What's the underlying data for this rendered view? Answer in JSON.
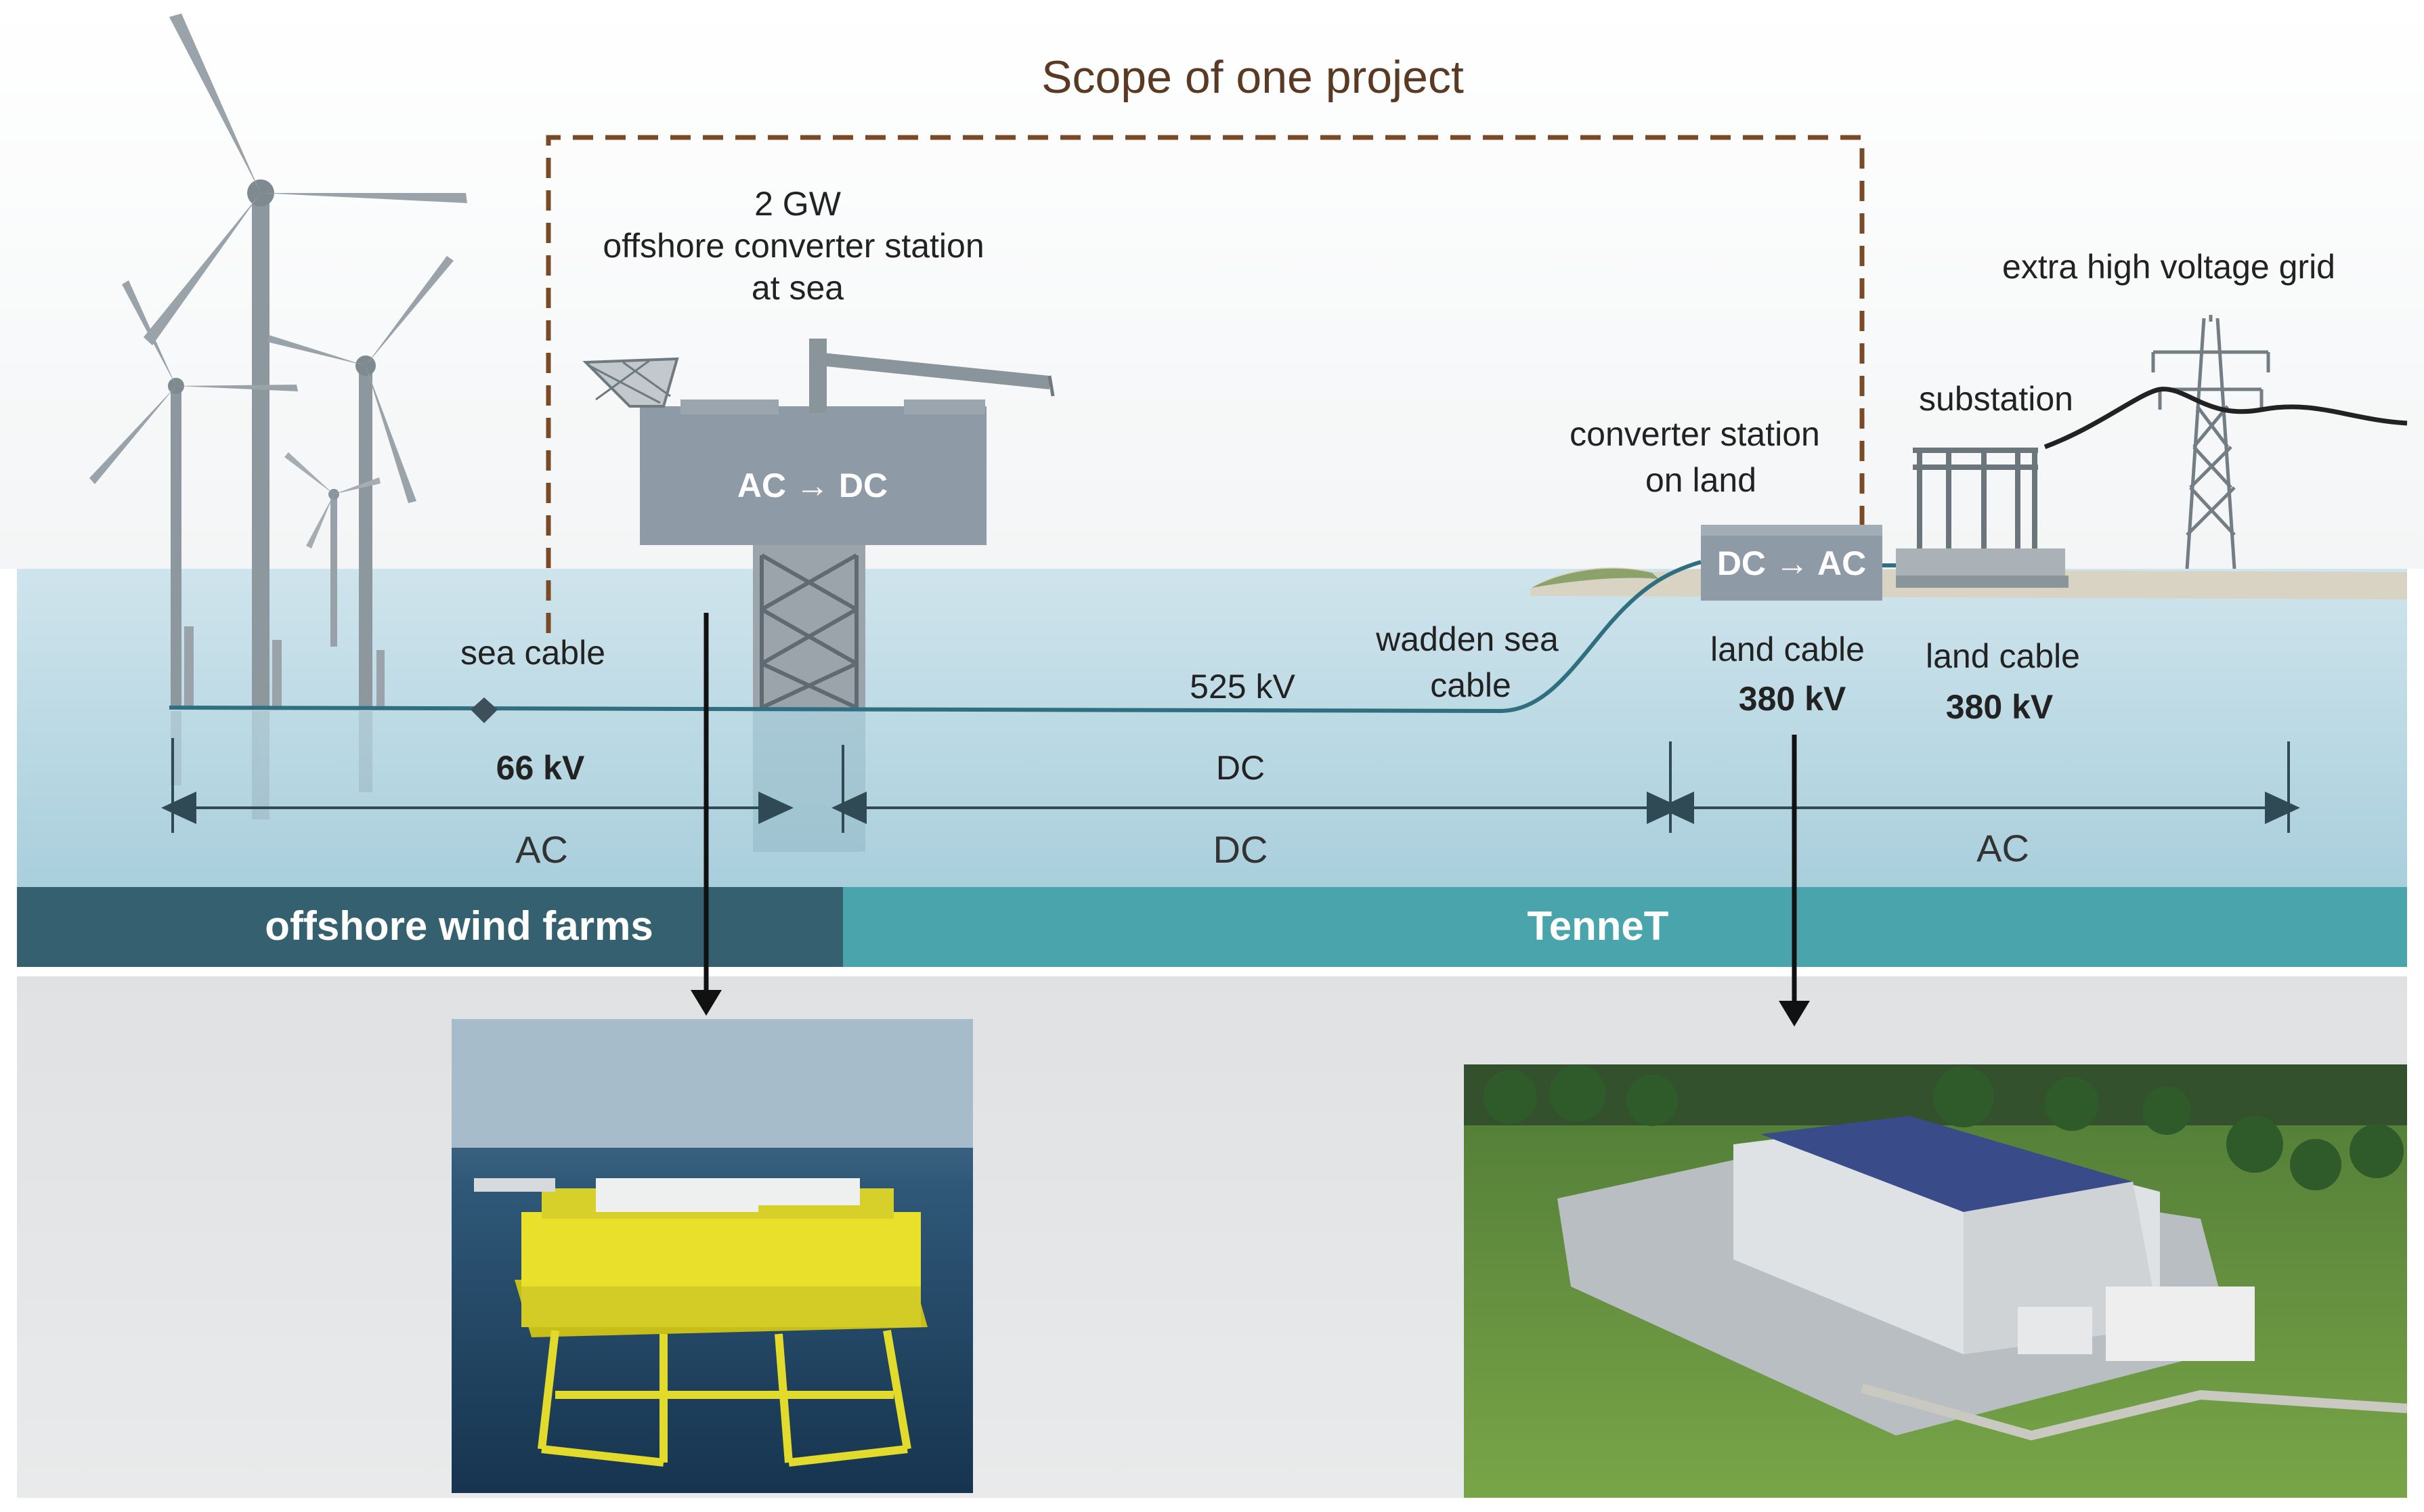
{
  "title": "Scope of one project",
  "offshore_station": {
    "line1": "2 GW",
    "line2": "offshore converter station",
    "line3": "at sea",
    "box_label": "AC → DC"
  },
  "land_station": {
    "line1": "converter station",
    "line2": "on land",
    "box_label": "DC → AC"
  },
  "substation_label": "substation",
  "grid_label": "extra high voltage grid",
  "cable_labels": {
    "sea_cable": "sea cable",
    "voltage_66": "66 kV",
    "voltage_525": "525 kV",
    "wadden_line1": "wadden sea",
    "wadden_line2": "cable",
    "land_cable_1_line1": "land cable",
    "land_cable_1_line2": "380 kV",
    "land_cable_2_line1": "land cable",
    "land_cable_2_line2": "380 kV",
    "dc_mid": "DC"
  },
  "spans": {
    "ac_left": "AC",
    "dc": "DC",
    "ac_right": "AC"
  },
  "bands": {
    "left": "offshore wind farms",
    "right": "TenneT"
  },
  "colors": {
    "scope_box": "#7a4a26",
    "sea_top": "#cfe4ec",
    "sea_bottom": "#a9cfdc",
    "band_left": "#35606f",
    "band_right": "#4aa4ac",
    "station_box": "#8e9aa6",
    "cable": "#2f6f80",
    "photo_yellow": "#e8e02a",
    "photo_green": "#6e9b3c"
  }
}
